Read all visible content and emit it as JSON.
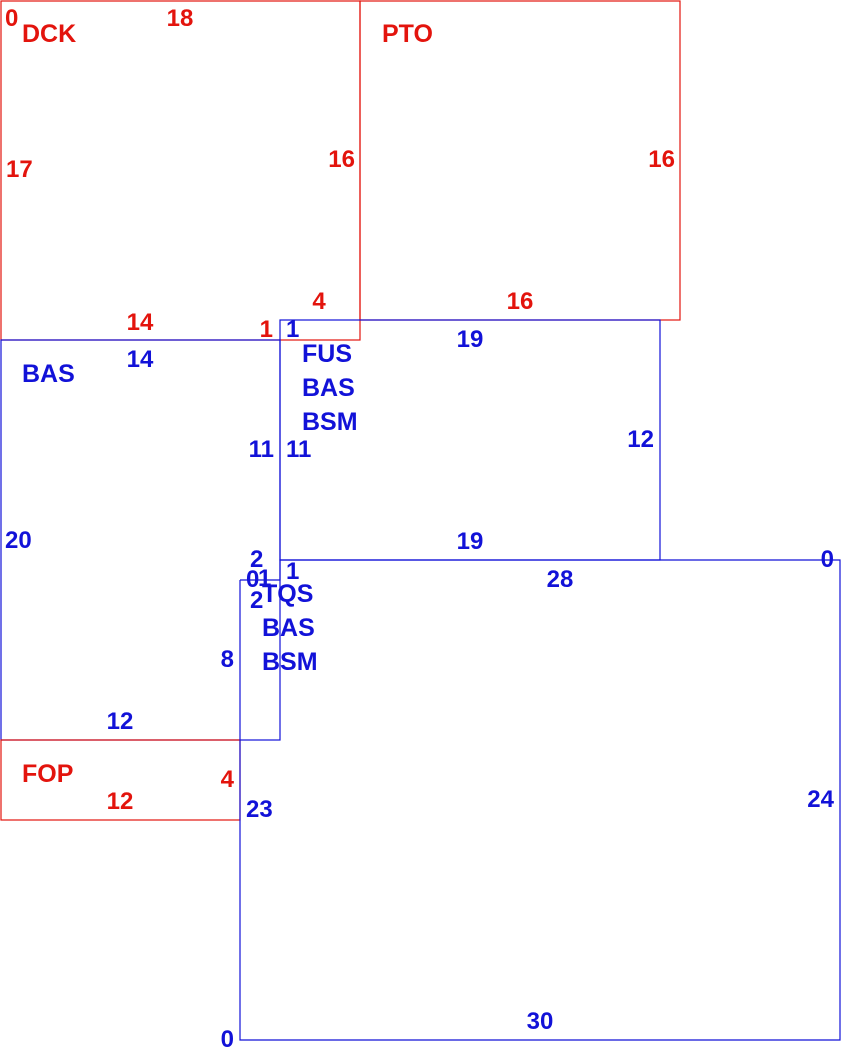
{
  "colors": {
    "red": "#e3140d",
    "blue": "#1212d8"
  },
  "rooms": [
    {
      "id": "dck",
      "color": "red",
      "labels": [
        "DCK"
      ],
      "numbers": {
        "corner": "0",
        "top": "18",
        "left": "17",
        "right": "16",
        "bottom": "14"
      }
    },
    {
      "id": "pto",
      "color": "red",
      "labels": [
        "PTO"
      ],
      "numbers": {
        "right": "16",
        "bottom": "16",
        "bottom_left": "4"
      }
    },
    {
      "id": "bas",
      "color": "blue",
      "labels": [
        "BAS"
      ],
      "numbers": {
        "top": "14",
        "left": "20",
        "right": "11",
        "bottom": "12",
        "right_lower": "8"
      }
    },
    {
      "id": "fus",
      "color": "blue",
      "labels": [
        "FUS",
        "BAS",
        "BSM"
      ],
      "numbers": {
        "corner": "1",
        "top": "19",
        "left": "11",
        "right": "12",
        "bottom": "19",
        "bottom_corner": "1"
      }
    },
    {
      "id": "fop",
      "color": "red",
      "labels": [
        "FOP"
      ],
      "numbers": {
        "bottom": "12",
        "right": "4"
      }
    },
    {
      "id": "tqs",
      "color": "blue",
      "labels": [
        "TQS",
        "BAS",
        "BSM"
      ],
      "numbers": {
        "corner_a": "0",
        "corner_b": "1",
        "corner_c": "2",
        "corner_d": "2",
        "top": "28",
        "top_corner": "0",
        "left": "23",
        "right": "24",
        "bottom": "30",
        "bottom_corner": "0"
      }
    }
  ],
  "junction_numbers": {
    "red_one": "1"
  }
}
